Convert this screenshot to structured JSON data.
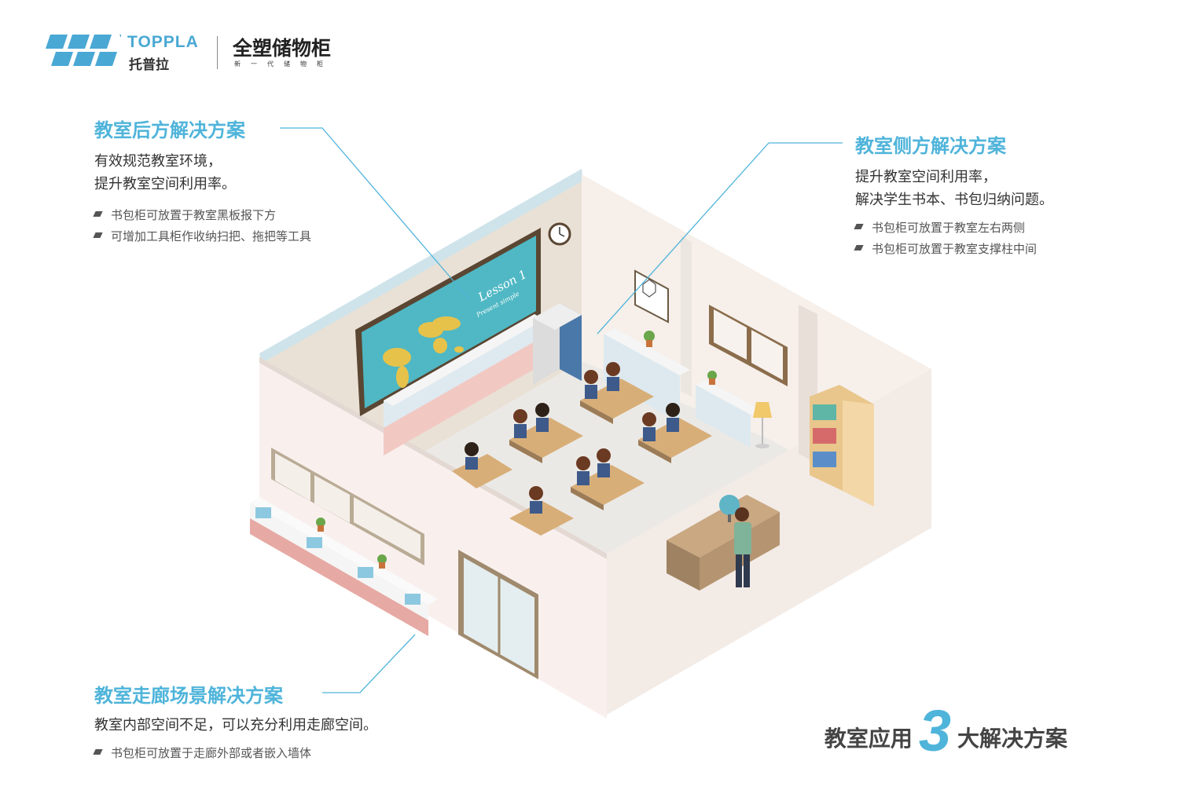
{
  "brand": {
    "name_en": "TOPPLA",
    "name_cn": "托普拉",
    "title": "全塑储物柜",
    "subtitle": "新一代储物柜",
    "color": "#4fb4da"
  },
  "callouts": {
    "rear": {
      "title": "教室后方解决方案",
      "desc": [
        "有效规范教室环境，",
        "提升教室空间利用率。"
      ],
      "bullets": [
        "书包柜可放置于教室黑板报下方",
        "可增加工具柜作收纳扫把、拖把等工具"
      ]
    },
    "side": {
      "title": "教室侧方解决方案",
      "desc": [
        "提升教室空间利用率，",
        "解决学生书本、书包归纳问题。"
      ],
      "bullets": [
        "书包柜可放置于教室左右两侧",
        "书包柜可放置于教室支撑柱中间"
      ]
    },
    "corridor": {
      "title": "教室走廊场景解决方案",
      "desc": [
        "教室内部空间不足，可以充分利用走廊空间。"
      ],
      "bullets": [
        "书包柜可放置于走廊外部或者嵌入墙体"
      ]
    }
  },
  "blackboard": {
    "line1": "Lesson 1",
    "line2": "Present simple"
  },
  "summary": {
    "prefix": "教室应用",
    "number": "3",
    "suffix": "大解决方案"
  }
}
